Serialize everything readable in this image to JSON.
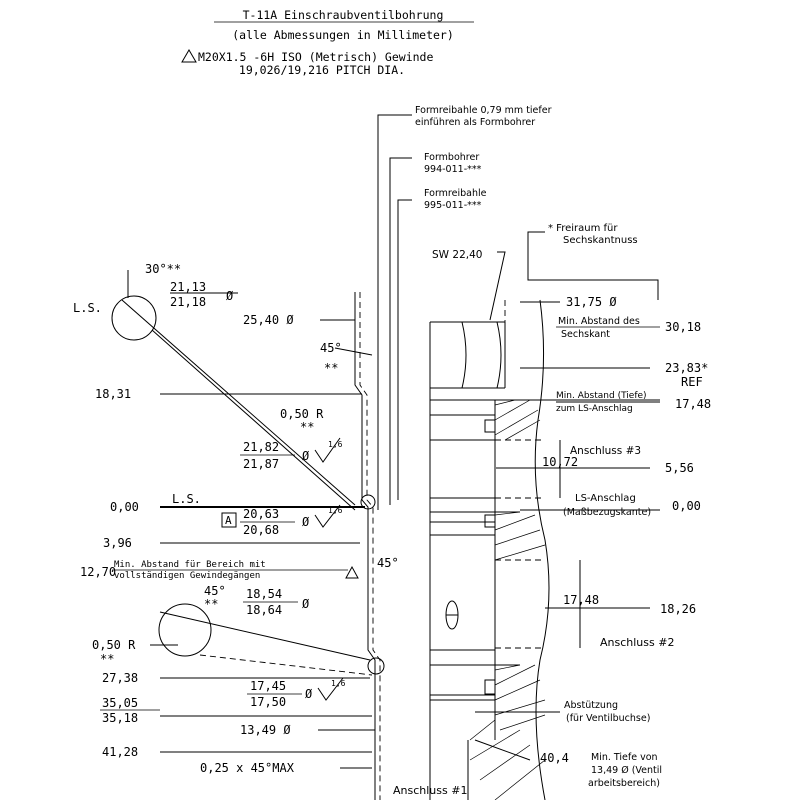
{
  "header": {
    "title": "T-11A Einschraubventilbohrung",
    "subtitle": "(alle Abmessungen in Millimeter)",
    "thread_line1": "M20X1.5 -6H ISO (Metrisch) Gewinde",
    "thread_line2": "19,026/19,216 PITCH DIA."
  },
  "tools": {
    "formreibahle_note_1": "Formreibahle 0,79 mm tiefer",
    "formreibahle_note_2": "einführen als Formbohrer",
    "formbohrer_label": "Formbohrer",
    "formbohrer_part": "994-011-***",
    "formreibahle_label": "Formreibahle",
    "formreibahle_part": "995-011-***"
  },
  "hex": {
    "freiraum_1": "* Freiraum für",
    "freiraum_2": "Sechskantnuss",
    "sw": "SW 22,40",
    "dia_3175": "31,75 Ø",
    "min_abstand_1": "Min. Abstand des",
    "min_abstand_2": "Sechskant",
    "val_3018": "30,18",
    "val_2383": "23,83*",
    "ref": "REF"
  },
  "right_labels": {
    "ls_tiefe_1": "Min. Abstand (Tiefe)",
    "ls_tiefe_2": "zum LS-Anschlag",
    "val_1748_top": "17,48",
    "anschluss3": "Anschluss #3",
    "val_1072": "10,72",
    "val_556": "5,56",
    "ls_anschlag": "LS-Anschlag",
    "masbezug": "(Maßbezugskante)",
    "val_000_right": "0,00",
    "val_1748_mid": "17,48",
    "val_1826": "18,26",
    "anschluss2": "Anschluss #2",
    "abstuetzung_1": "Abstützung",
    "abstuetzung_2": "(für Ventilbuchse)",
    "val_404": "40,4",
    "min_tiefe_1": "Min. Tiefe von",
    "min_tiefe_2": "13,49 Ø (Ventil",
    "min_tiefe_3": "arbeitsbereich)",
    "anschluss1": "Anschluss #1"
  },
  "left_labels": {
    "ls_top": "L.S.",
    "angle_30": "30°**",
    "dia_2113": "21,13",
    "dia_2118": "21,18",
    "dia_sym_1": "Ø",
    "dia_2540": "25,40 Ø",
    "angle_45_top": "45°",
    "star2_a": "**",
    "val_1831": "18,31",
    "radius_050_a": "0,50 R",
    "star2_b": "**",
    "dia_2182": "21,82",
    "dia_2187": "21,87",
    "dia_sym_2": "Ø",
    "finish_1": "1,6",
    "val_000_left": "0,00",
    "ls_mid": "L.S.",
    "datum_a": "A",
    "dia_2063": "20,63",
    "dia_2068": "20,68",
    "dia_sym_3": "Ø",
    "finish_2": "1,6",
    "val_396": "3,96",
    "angle_45_mid": "45°",
    "val_1270": "12,70",
    "min_bereich_1": "Min. Abstand für Bereich mit",
    "min_bereich_2": "vollständigen Gewindegängen",
    "angle_45_low": "45°",
    "star2_c": "**",
    "dia_1854": "18,54",
    "dia_1864": "18,64",
    "dia_sym_4": "Ø",
    "radius_050_b": "0,50 R",
    "star2_d": "**",
    "val_2738": "27,38",
    "dia_1745": "17,45",
    "dia_1750": "17,50",
    "dia_sym_5": "Ø",
    "finish_3": "1,6",
    "val_3505": "35,05",
    "val_3518": "35,18",
    "dia_1349": "13,49 Ø",
    "val_4128": "41,28",
    "chamfer": "0,25 x 45°MAX"
  }
}
